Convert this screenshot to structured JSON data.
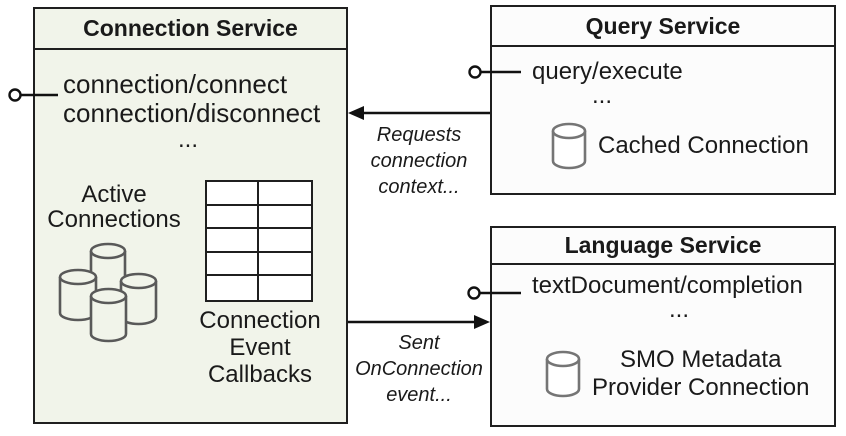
{
  "connection_service": {
    "title": "Connection Service",
    "methods": [
      "connection/connect",
      "connection/disconnect"
    ],
    "ellipsis": "...",
    "active_connections": {
      "line1": "Active",
      "line2": "Connections"
    },
    "callbacks": {
      "line1": "Connection",
      "line2": "Event",
      "line3": "Callbacks"
    },
    "callback_table": {
      "rows": 5,
      "columns": 2
    }
  },
  "query_service": {
    "title": "Query Service",
    "methods": [
      "query/execute"
    ],
    "ellipsis": "...",
    "cached_connection_label": "Cached Connection"
  },
  "language_service": {
    "title": "Language Service",
    "methods": [
      "textDocument/completion"
    ],
    "ellipsis": "...",
    "smo_connection": {
      "line1": "SMO Metadata",
      "line2": "Provider Connection"
    }
  },
  "arrow_labels": {
    "requests": {
      "line1": "Requests",
      "line2": "connection",
      "line3": "context..."
    },
    "sent": {
      "line1": "Sent",
      "line2": "OnConnection",
      "line3": "event..."
    }
  },
  "icons": {
    "database_cluster": "database-cluster-icon",
    "database": "database-icon",
    "interface_lollipop": "interface-lollipop-icon",
    "arrowhead": "arrowhead-icon"
  },
  "colors": {
    "connection_box_fill": "#f1f4ea",
    "service_box_fill": "#fcfcfc",
    "border": "#1f1f1f",
    "text": "#1a1a1a",
    "cluster_cylinder_stroke": "#595959",
    "db_cylinder_stroke": "#757575"
  }
}
